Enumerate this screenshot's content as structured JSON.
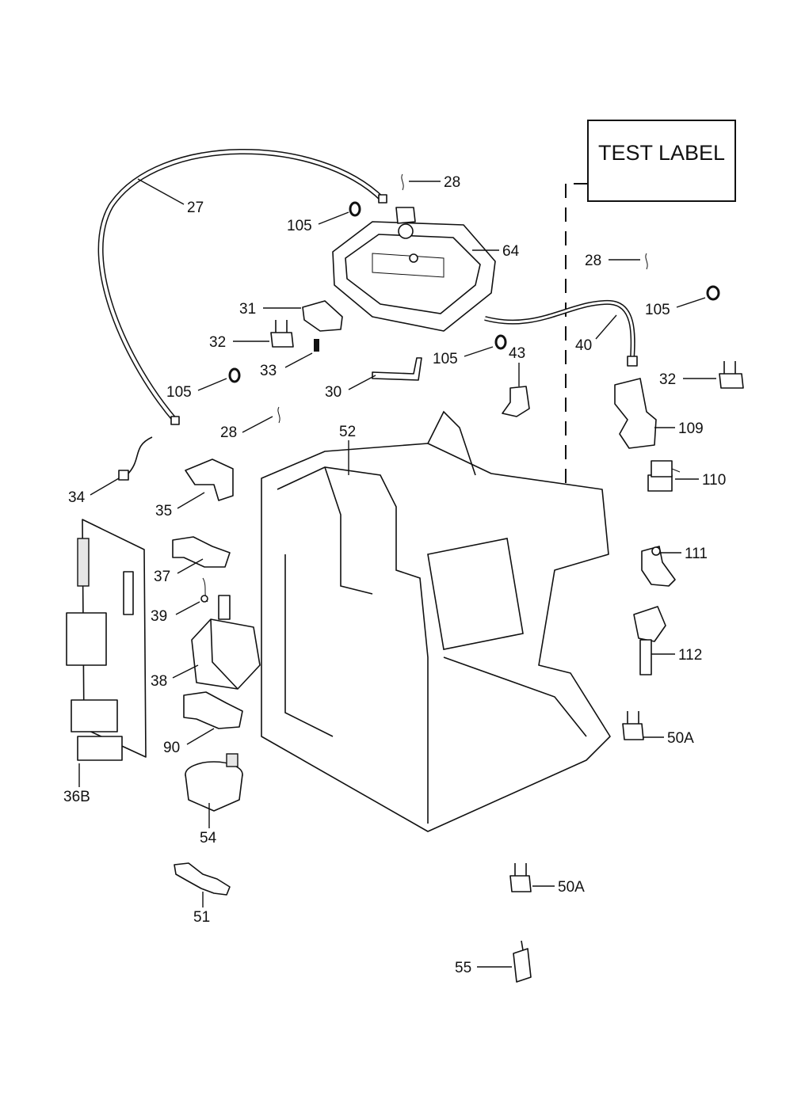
{
  "test_label": "TEST LABEL",
  "callouts": {
    "c27": "27",
    "c28a": "28",
    "c28b": "28",
    "c28c": "28",
    "c105a": "105",
    "c105b": "105",
    "c105c": "105",
    "c105d": "105",
    "c64": "64",
    "c31": "31",
    "c32a": "32",
    "c32b": "32",
    "c33": "33",
    "c30": "30",
    "c43": "43",
    "c40": "40",
    "c109": "109",
    "c110": "110",
    "c111": "111",
    "c112": "112",
    "c52": "52",
    "c34": "34",
    "c35": "35",
    "c37": "37",
    "c39": "39",
    "c38": "38",
    "c90": "90",
    "c36b": "36B",
    "c54": "54",
    "c51": "51",
    "c50a1": "50A",
    "c50a2": "50A",
    "c55": "55"
  }
}
